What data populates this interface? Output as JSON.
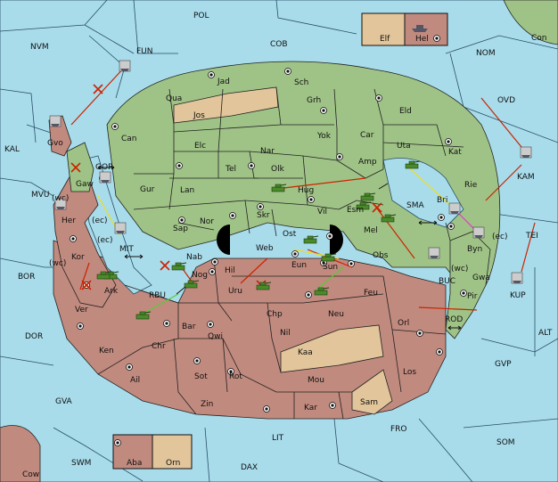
{
  "sea_labels": {
    "POL": "POL",
    "COB": "COB",
    "NVM": "NVM",
    "FUN": "FUN",
    "NOM": "NOM",
    "Con": "Con",
    "OVD": "OVD",
    "KAL": "KAL",
    "MVU": "MVU",
    "BOR": "BOR",
    "DOR": "DOR",
    "GVA": "GVA",
    "SWM": "SWM",
    "DAX": "DAX",
    "LIT": "LIT",
    "FRO": "FRO",
    "SOM": "SOM",
    "GVP": "GVP",
    "ALT": "ALT",
    "TEI": "TEI",
    "KAM": "KAM",
    "KUP": "KUP",
    "ROD": "ROD",
    "BUC": "BUC",
    "SMA": "SMA",
    "MIT": "MIT",
    "RBU": "RBU",
    "GOR": "GOR",
    "Cow": "Cow"
  },
  "land_labels": {
    "Jad": "Jad",
    "Sch": "Sch",
    "Qua": "Qua",
    "Jos": "Jos",
    "Grh": "Grh",
    "Eld": "Eld",
    "Can": "Can",
    "Elc": "Elc",
    "Nar": "Nar",
    "Yok": "Yok",
    "Car": "Car",
    "Uta": "Uta",
    "Kat": "Kat",
    "Tel": "Tel",
    "Olk": "Olk",
    "Amp": "Amp",
    "Gur": "Gur",
    "Lan": "Lan",
    "Hug": "Hug",
    "Rie": "Rie",
    "Gvo": "Gvo",
    "Gaw": "Gaw",
    "Nor": "Nor",
    "Skr": "Skr",
    "Vil": "Vil",
    "Esm": "Esm",
    "Bri": "Bri",
    "Her": "Her",
    "Sap": "Sap",
    "Web": "Web",
    "Ost": "Ost",
    "Mel": "Mel",
    "Byn": "Byn",
    "Kor": "Kor",
    "Nab": "Nab",
    "Eun": "Eun",
    "Sun": "Sun",
    "Obs": "Obs",
    "Gwa": "Gwa",
    "Hil": "Hil",
    "Nog": "Nog",
    "Ark": "Ark",
    "Ver": "Ver",
    "Uru": "Uru",
    "Feu": "Feu",
    "Pir": "Pir",
    "Chp": "Chp",
    "Neu": "Neu",
    "Orl": "Orl",
    "Bar": "Bar",
    "Qwi": "Qwi",
    "Nil": "Nil",
    "Ken": "Ken",
    "Chr": "Chr",
    "Kaa": "Kaa",
    "Ail": "Ail",
    "Sot": "Sot",
    "Rot": "Rot",
    "Mou": "Mou",
    "Los": "Los",
    "Zin": "Zin",
    "Kar": "Kar",
    "Sam": "Sam"
  },
  "coast_tags": {
    "wc1": "(wc)",
    "ec1": "(ec)",
    "ec2": "(ec)",
    "wc2": "(wc)",
    "ec3": "(ec)",
    "wc3": "(wc)"
  },
  "legend_top": {
    "elf": "Elf",
    "hel": "Hel"
  },
  "legend_bottom": {
    "aba": "Aba",
    "orn": "Orn"
  },
  "colors": {
    "sea": "#a8dceb",
    "green": "#9fc386",
    "red": "#c18a7e",
    "tan": "#e2c59a",
    "order_move": "#cc2200",
    "order_support": "#eedd22",
    "order_alt": "#ee33cc",
    "order_green": "#55cc33"
  }
}
